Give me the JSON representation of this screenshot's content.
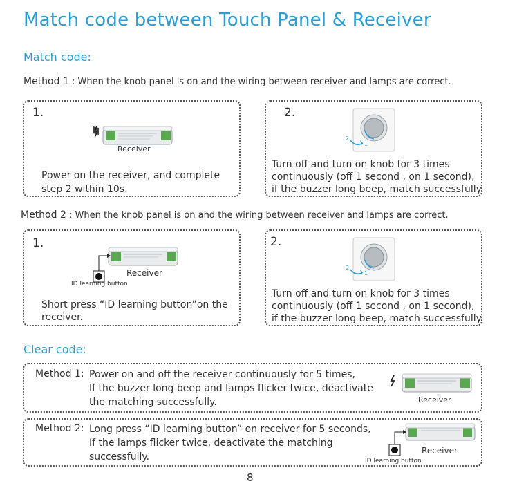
{
  "page": {
    "title": "Match code between Touch Panel & Receiver",
    "page_number": "8"
  },
  "match": {
    "heading": "Match code:",
    "method1": {
      "label": "Method 1",
      "desc": ": When the knob panel is on and the wiring between receiver and lamps are correct.",
      "step1": {
        "num": "1.",
        "caption": "Receiver",
        "lines": [
          "Power on the receiver, and complete",
          "step 2 within 10s."
        ]
      },
      "step2": {
        "num": "2.",
        "lines": [
          "Turn off and turn on knob for 3 times",
          "continuously (off 1 second , on 1 second),",
          "if the buzzer long beep, match successfully."
        ]
      }
    },
    "method2": {
      "label": "Method 2",
      "desc": ": When the knob panel is on and the wiring between receiver and lamps are correct.",
      "step1": {
        "num": "1.",
        "caption": "Receiver",
        "button_caption": "ID learning button",
        "lines": [
          "Short press “ID learning button”on the",
          "receiver."
        ]
      },
      "step2": {
        "num": "2.",
        "lines": [
          "Turn off and turn on knob for 3 times",
          "continuously (off 1 second , on 1 second),",
          "if the buzzer long beep, match successfully."
        ]
      }
    }
  },
  "clear": {
    "heading": "Clear code:",
    "method1": {
      "label": "Method 1:",
      "lines": [
        "Power on and off the receiver continuously for 5 times,",
        "If the buzzer long beep and lamps flicker twice, deactivate",
        "the matching successfully."
      ],
      "caption": "Receiver"
    },
    "method2": {
      "label": "Method 2:",
      "lines": [
        "Long press “ID learning button” on receiver for 5 seconds,",
        "If the lamps flicker twice, deactivate the matching",
        "successfully."
      ],
      "caption": "Receiver",
      "button_caption": "ID learning button"
    }
  },
  "knob_labels": {
    "a": "2",
    "b": "1"
  },
  "colors": {
    "accent": "#2a9fd6",
    "text": "#333333",
    "border": "#555555",
    "arrow": "#2a9fd6"
  }
}
